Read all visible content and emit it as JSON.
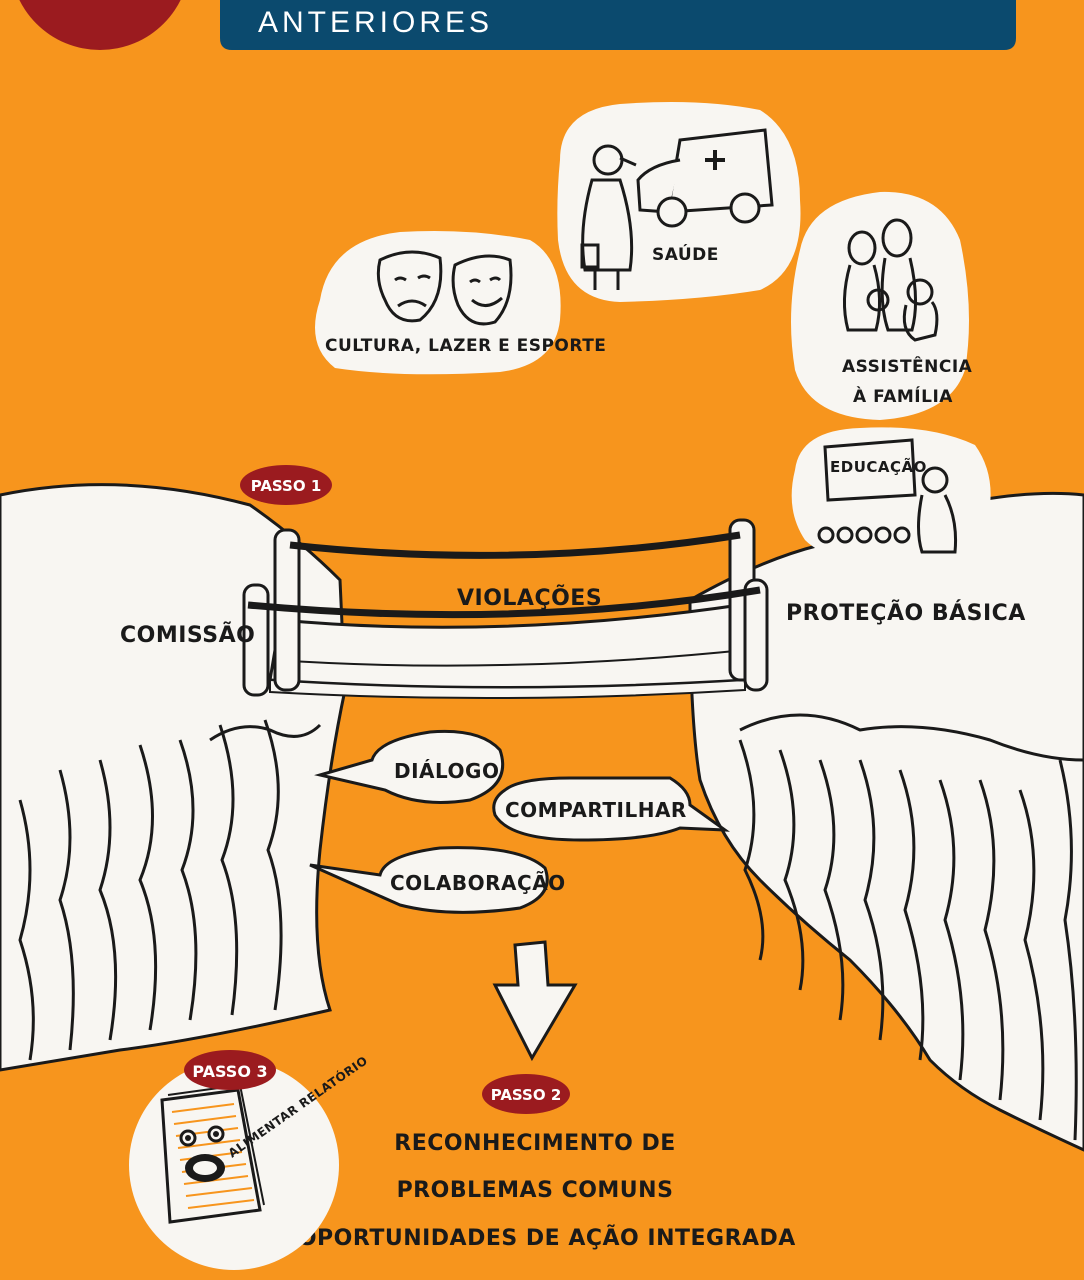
{
  "header": {
    "title": "ANTERIORES"
  },
  "colors": {
    "background": "#f7951d",
    "header": "#0b4a6e",
    "badge": "#9b1b1f",
    "cloud": "#f8f6f2",
    "ink": "#1a1a1a"
  },
  "sectors": {
    "cultura": "CULTURA, LAZER E ESPORTE",
    "saude": "SAÚDE",
    "assistencia_line1": "ASSISTÊNCIA",
    "assistencia_line2": "À FAMÍLIA",
    "educacao": "EDUCAÇÃO"
  },
  "bridge": {
    "left_label": "COMISSÃO",
    "right_label": "PROTEÇÃO BÁSICA",
    "plank_label": "VIOLAÇÕES"
  },
  "steps": {
    "passo1": "PASSO 1",
    "passo2": "PASSO 2",
    "passo3": "PASSO 3"
  },
  "bubbles": {
    "dialogo": "DIÁLOGO",
    "compartilhar": "COMPARTILHAR",
    "colaboracao": "COLABORAÇÃO"
  },
  "step2_text": {
    "line1": "RECONHECIMENTO DE",
    "line2": "PROBLEMAS COMUNS",
    "line3": "E OPORTUNIDADES DE AÇÃO INTEGRADA"
  },
  "step3_text": "ALIMENTAR RELATÓRIO",
  "icons": [
    "masks-icon",
    "doctor-icon",
    "ambulance-icon",
    "family-icon",
    "teacher-icon",
    "down-arrow-icon",
    "report-icon"
  ]
}
